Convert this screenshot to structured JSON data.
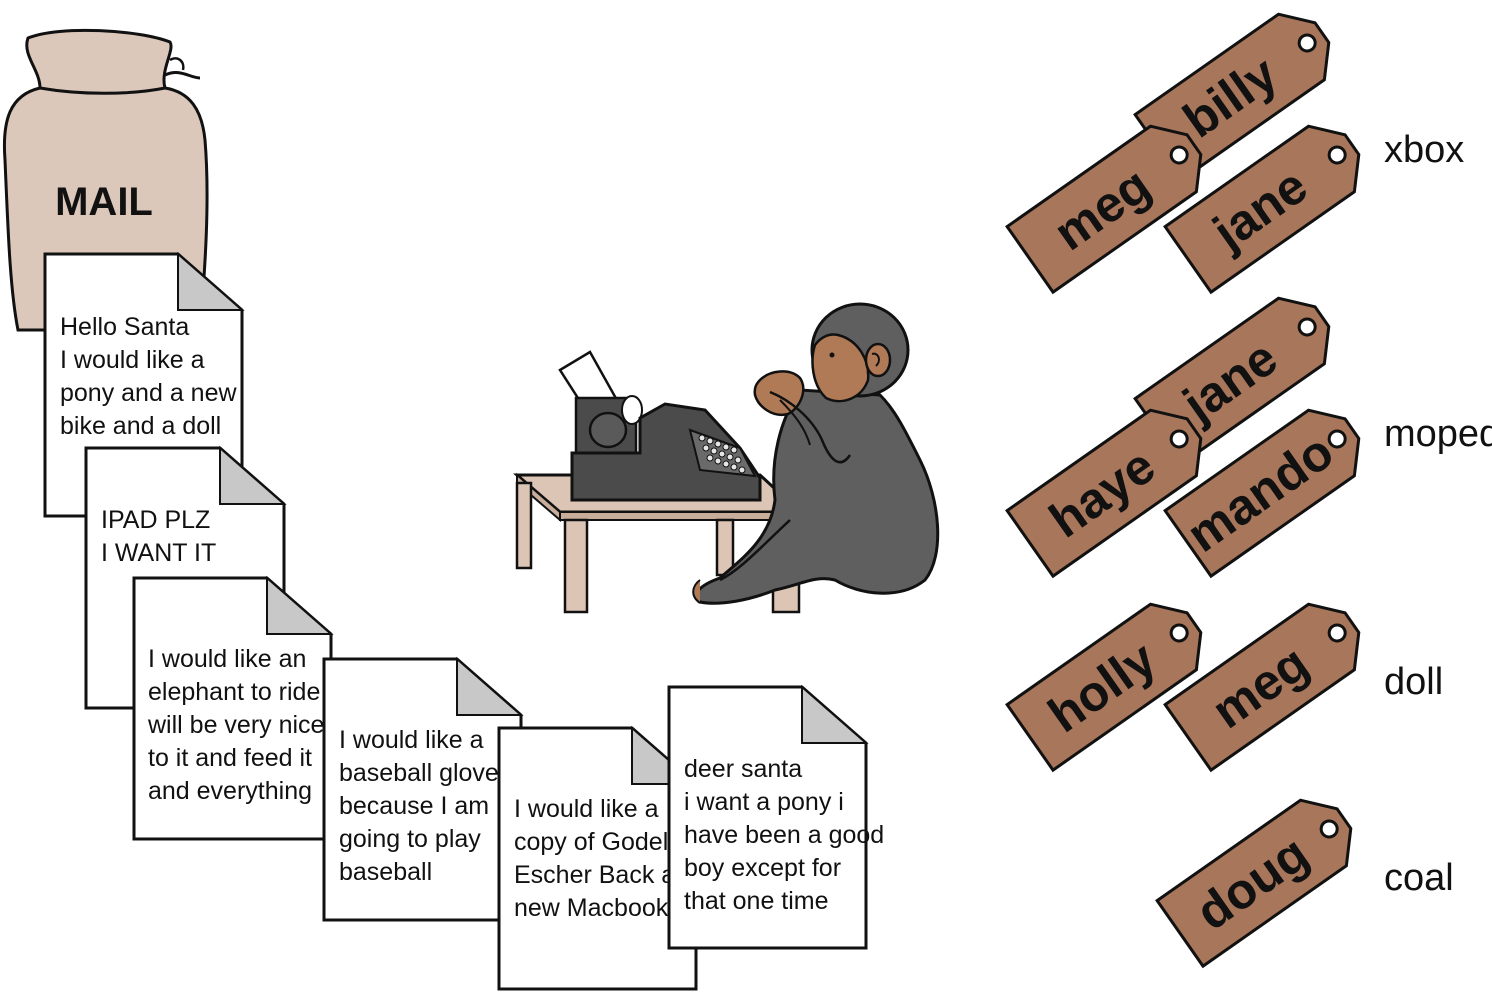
{
  "mail_bag": {
    "label": "MAIL"
  },
  "letters": [
    {
      "lines": [
        "Hello Santa",
        "I would like a",
        "pony and a new",
        "bike and a doll"
      ]
    },
    {
      "lines": [
        "IPAD PLZ",
        "I WANT IT"
      ]
    },
    {
      "lines": [
        "I would like an",
        "elephant to ride I",
        "will be very nice",
        "to it and feed it",
        "and everything"
      ]
    },
    {
      "lines": [
        "I would like a",
        "baseball glove",
        "because I am",
        "going to play",
        "baseball"
      ]
    },
    {
      "lines": [
        "I would like a",
        "copy of Godel",
        "Escher Back and",
        "new Macbook P"
      ]
    },
    {
      "lines": [
        "deer santa",
        "i want a pony i",
        "have been a good",
        "boy except for",
        "that one time"
      ]
    }
  ],
  "groups": [
    {
      "gift": "xbox",
      "tags": [
        "billy",
        "meg",
        "jane"
      ]
    },
    {
      "gift": "moped",
      "tags": [
        "jane",
        "haye",
        "mando"
      ]
    },
    {
      "gift": "doll",
      "tags": [
        "holly",
        "meg"
      ]
    },
    {
      "gift": "coal",
      "tags": [
        "doug"
      ]
    }
  ],
  "colors": {
    "bag": "#dcc8bb",
    "tag": "#a8765a",
    "chimp": "#5f5f5f",
    "chimp_face": "#b07a56",
    "desk": "#dcc5b5",
    "typewriter": "#4b4b4b",
    "fold": "#c8c8c8"
  },
  "icons": [
    "mail-bag-icon",
    "chimp-icon",
    "typewriter-icon",
    "desk-icon",
    "name-tag-icon"
  ]
}
